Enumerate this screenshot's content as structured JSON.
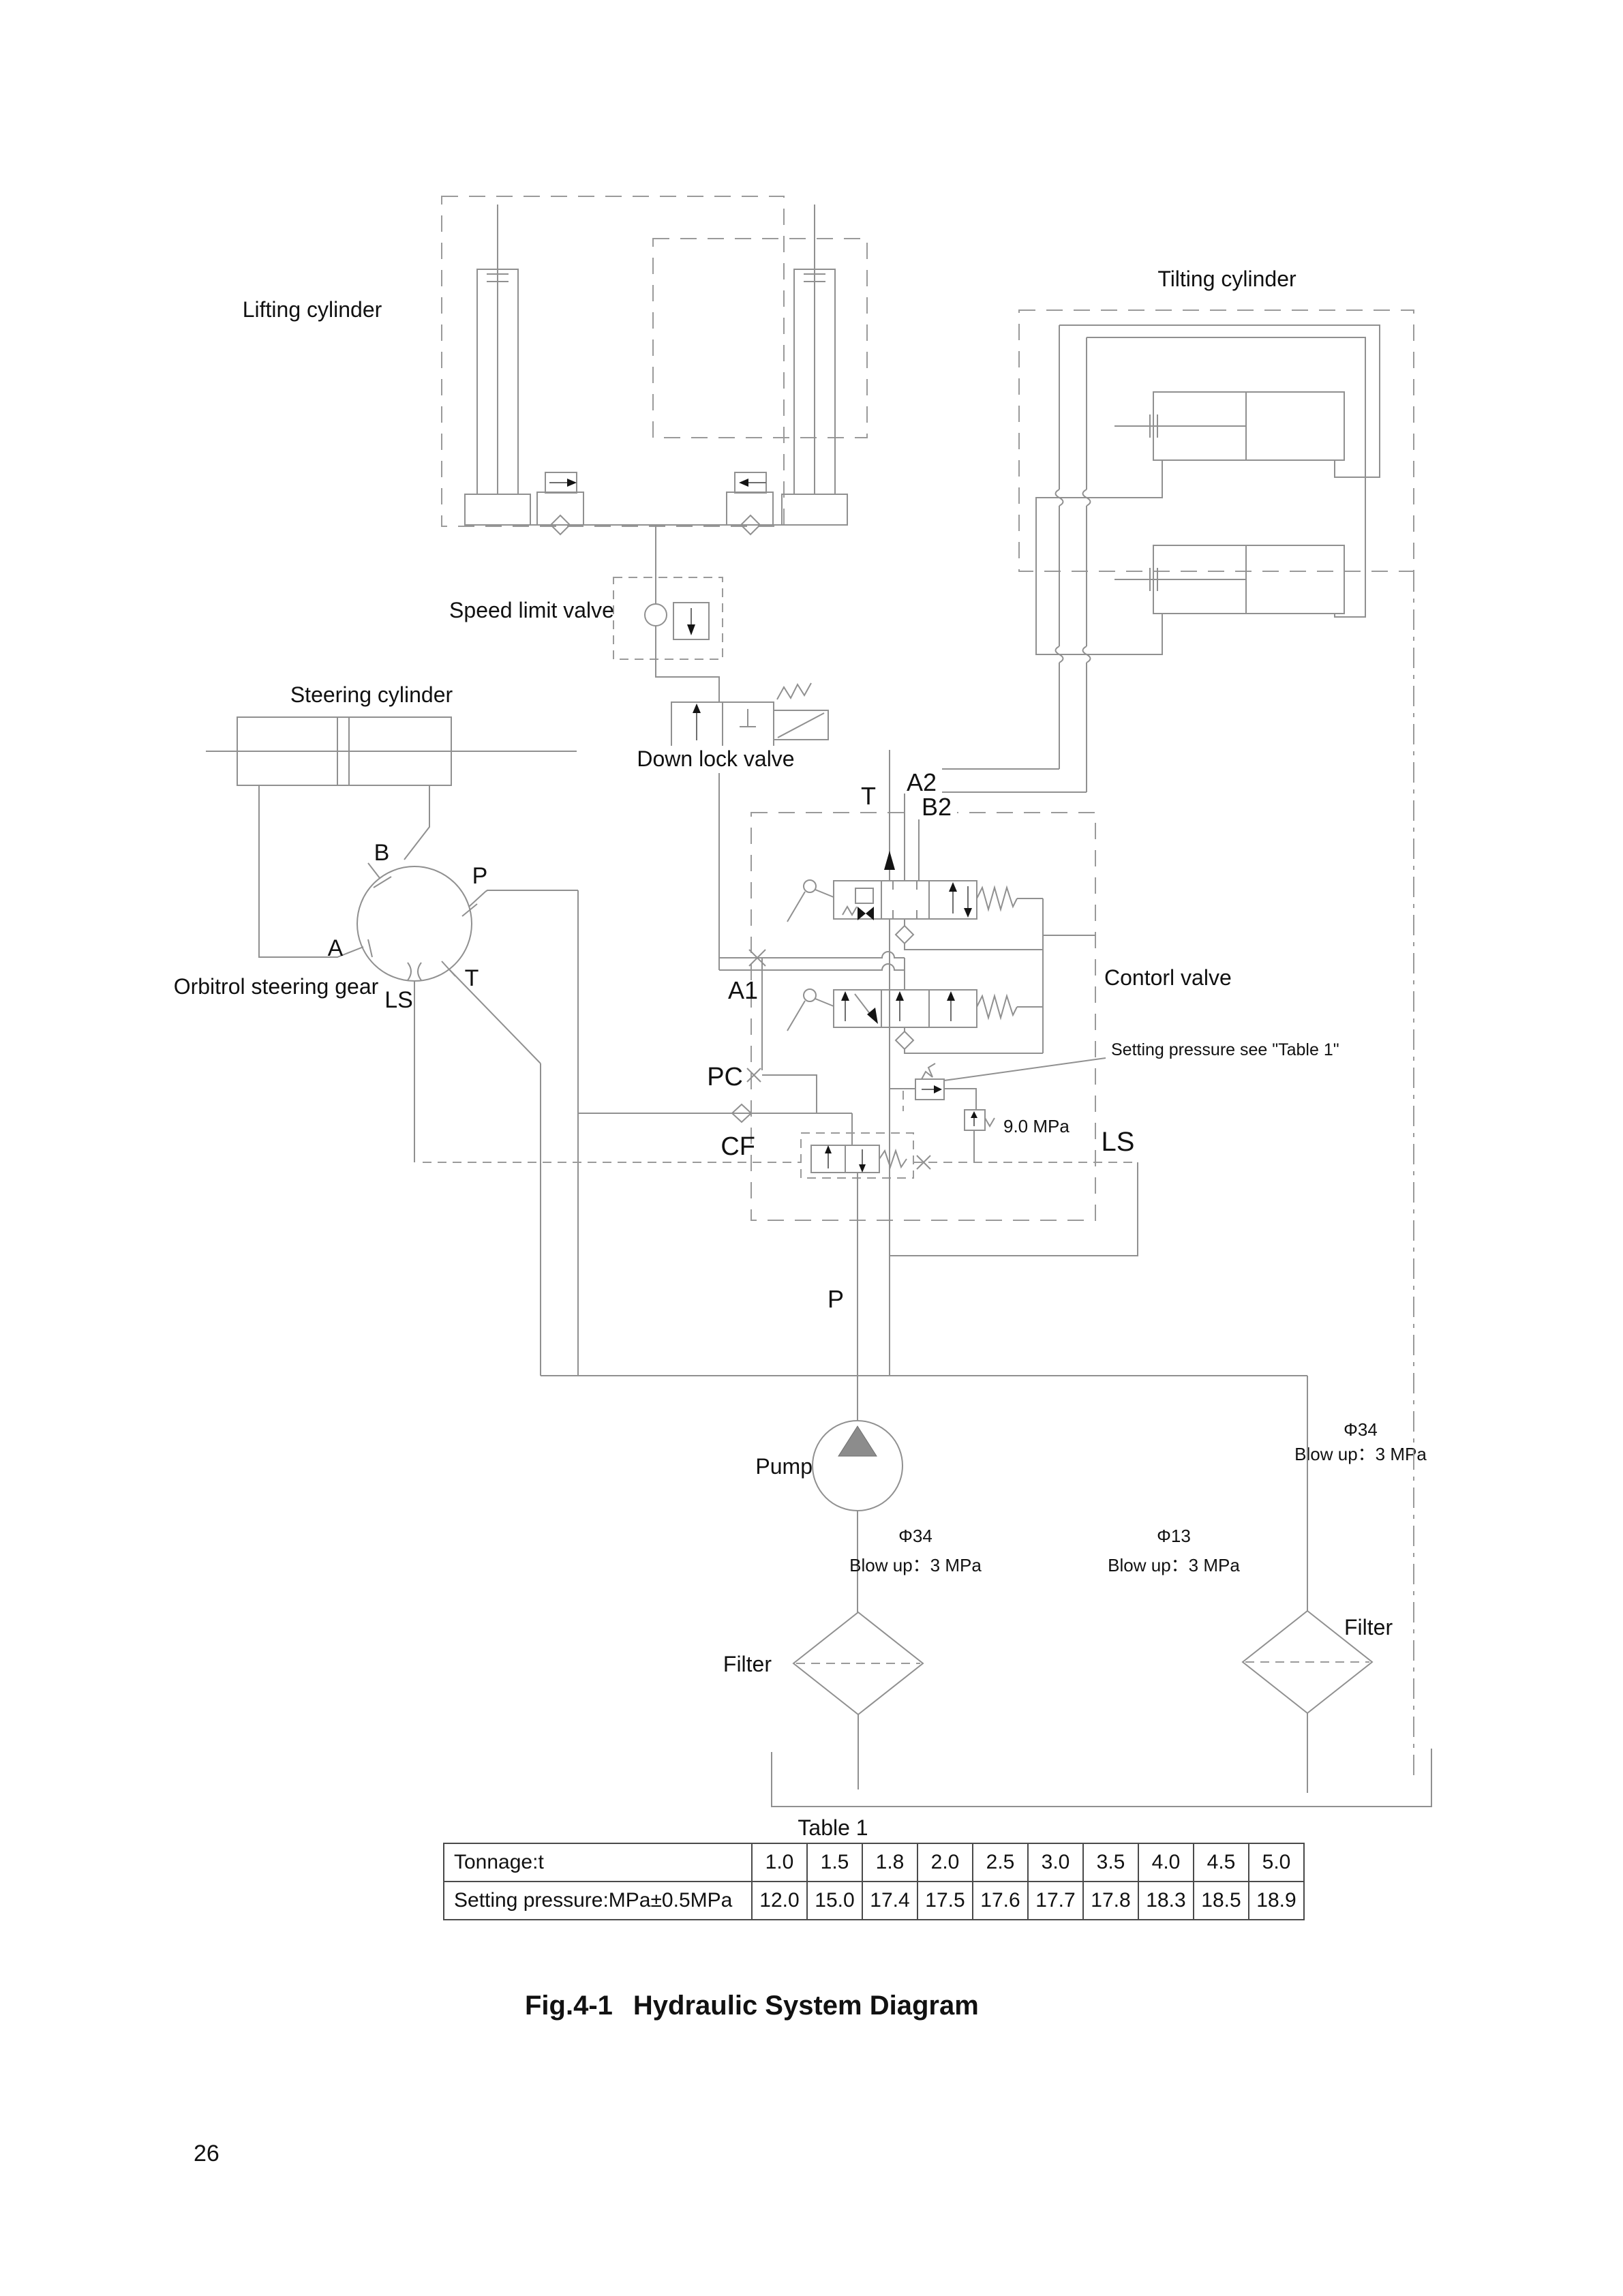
{
  "page_number": "26",
  "caption": {
    "prefix": "Fig.4-1",
    "title": "Hydraulic System Diagram"
  },
  "labels": {
    "lifting_cylinder": "Lifting cylinder",
    "tilting_cylinder": "Tilting cylinder",
    "speed_limit_valve": "Speed limit valve",
    "steering_cylinder": "Steering cylinder",
    "down_lock_valve": "Down lock valve",
    "orbitrol_steering_gear": "Orbitrol steering gear",
    "control_valve": "Contorl valve",
    "pump": "Pump",
    "filter_left": "Filter",
    "filter_right": "Filter",
    "table_title": "Table 1"
  },
  "ports": {
    "orbitrol": {
      "b": "B",
      "p": "P",
      "a": "A",
      "t": "T",
      "ls": "LS"
    },
    "control": {
      "t": "T",
      "a2": "A2",
      "b2": "B2",
      "a1": "A1",
      "pc": "PC",
      "cf": "CF",
      "ls": "LS",
      "p": "P"
    }
  },
  "annotations": {
    "setting_pressure": "Setting pressure see \"Table 1\"",
    "relief_pressure": "9.0 MPa",
    "pump_line_dia": "Φ34",
    "pump_line_note": "Blow up：3 MPa",
    "return_line_dia": "Φ13",
    "return_line_note": "Blow up：3 MPa",
    "right_line_dia": "Φ34",
    "right_line_note": "Blow up：3 MPa"
  },
  "table": {
    "rows": [
      {
        "cells": [
          "Tonnage:t",
          "1.0",
          "1.5",
          "1.8",
          "2.0",
          "2.5",
          "3.0",
          "3.5",
          "4.0",
          "4.5",
          "5.0"
        ]
      },
      {
        "cells": [
          "Setting pressure:MPa±0.5MPa",
          "12.0",
          "15.0",
          "17.4",
          "17.5",
          "17.6",
          "17.7",
          "17.8",
          "18.3",
          "18.5",
          "18.9"
        ]
      }
    ]
  }
}
